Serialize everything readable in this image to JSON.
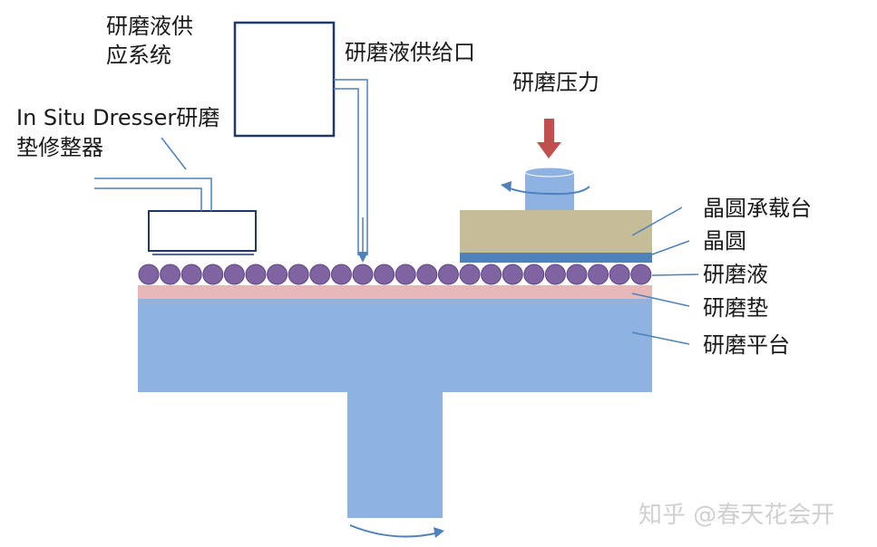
{
  "labels": {
    "slurry_supply_system": [
      "研磨液供",
      "应系统"
    ],
    "slurry_outlet": "研磨液供给口",
    "dresser": [
      "In Situ Dresser研磨",
      "垫修整器"
    ],
    "polish_pressure": "研磨压力",
    "wafer_carrier": "晶圆承载台",
    "wafer": "晶圆",
    "slurry": "研磨液",
    "pad": "研磨垫",
    "platen": "研磨平台"
  },
  "watermark": "知乎 @春天花会开",
  "colors": {
    "platen": "#8eb3e2",
    "pad": "#e6b8b8",
    "slurry": "#8064a2",
    "slurry_stroke": "#5c4580",
    "wafer": "#4f81bd",
    "carrier": "#c4bd97",
    "head": "#8eb3e2",
    "pressure_arrow": "#c0504d",
    "box_stroke": "#1f3864",
    "line": "#4f81bd"
  }
}
